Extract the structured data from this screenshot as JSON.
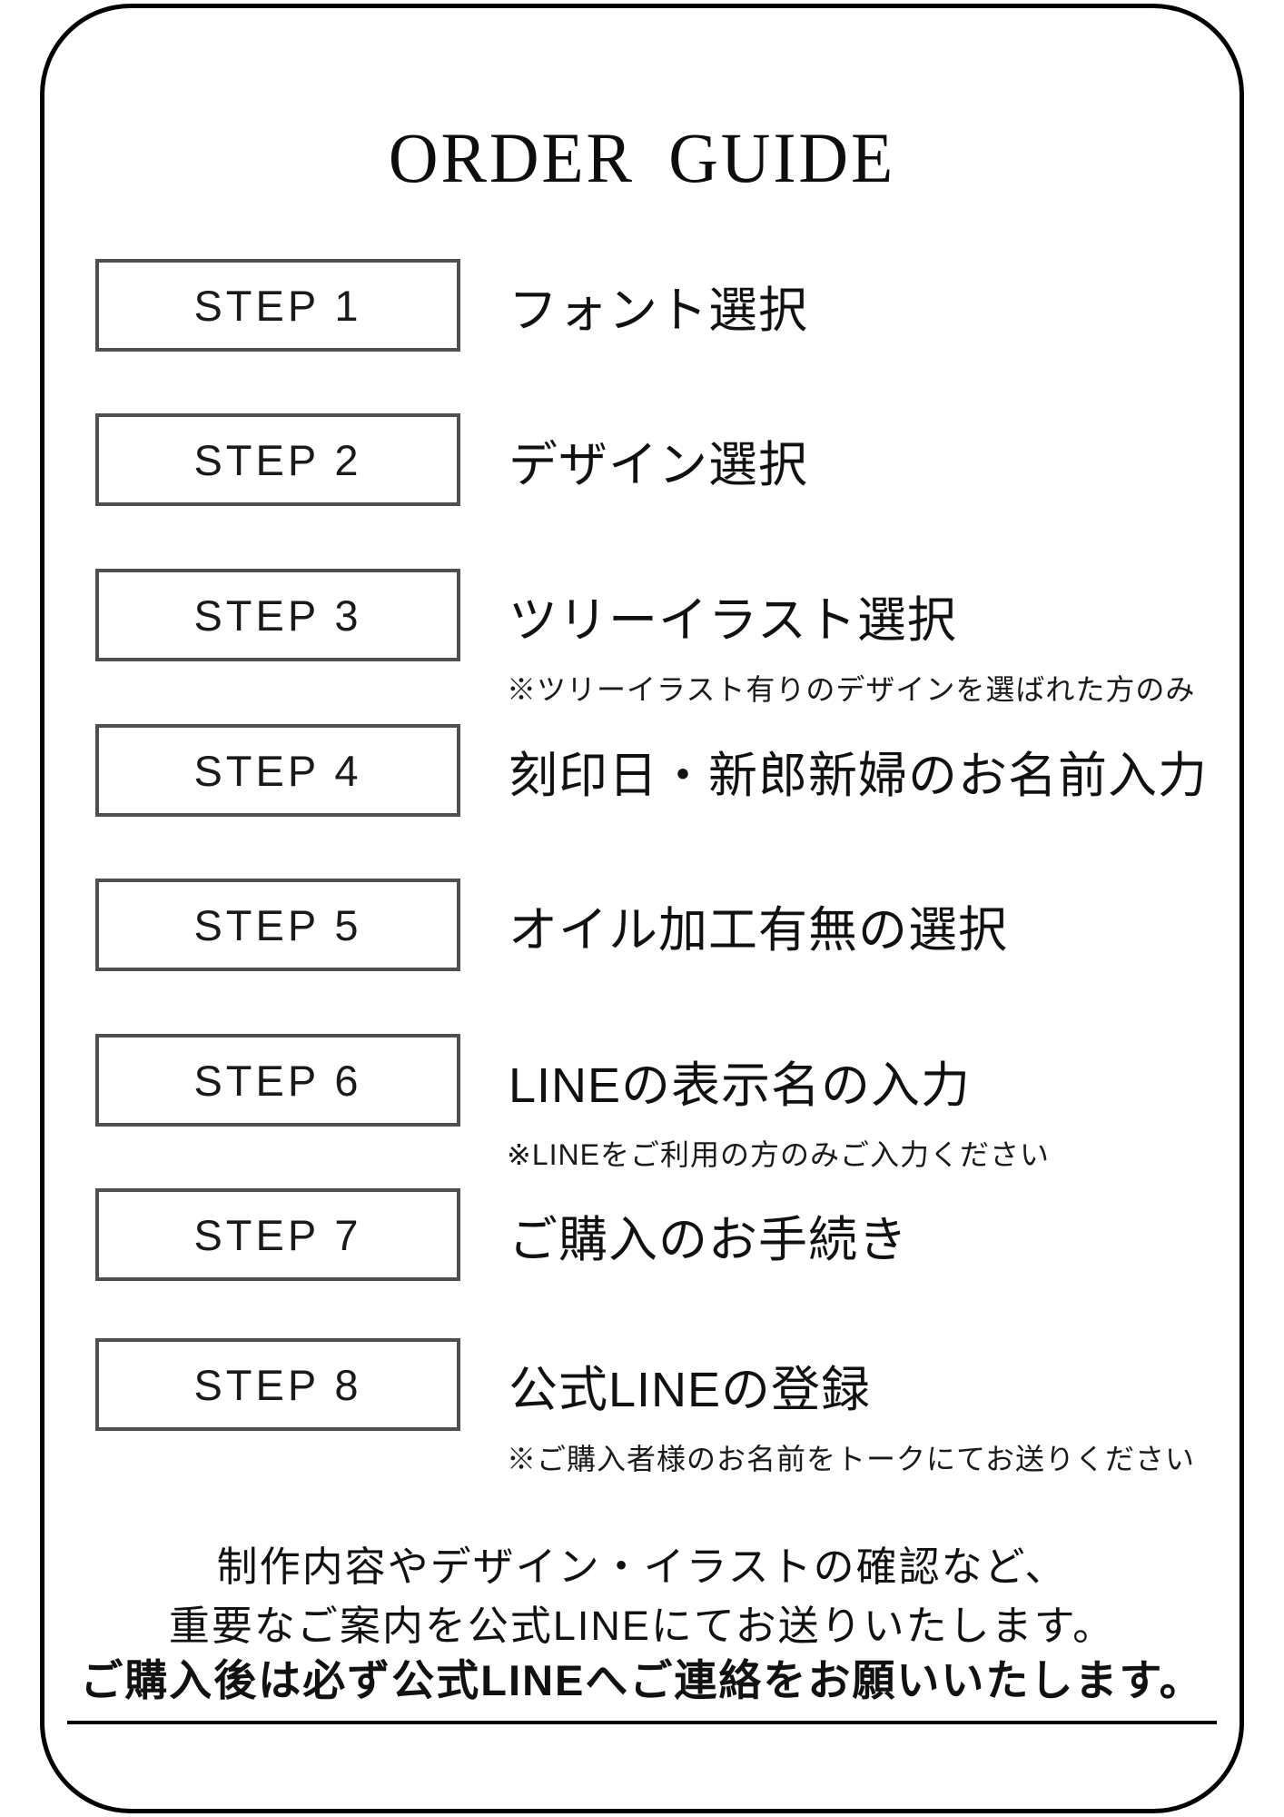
{
  "page": {
    "title": "ORDER GUIDE"
  },
  "colors": {
    "page_background": "#ffffff",
    "outer_border": "#000000",
    "step_box_border": "#4f4f4f",
    "text": "#111111"
  },
  "steps": [
    {
      "box": "STEP 1",
      "label": "フォント選択",
      "note": ""
    },
    {
      "box": "STEP 2",
      "label": "デザイン選択",
      "note": ""
    },
    {
      "box": "STEP 3",
      "label": "ツリーイラスト選択",
      "note": "※ツリーイラスト有りのデザインを選ばれた方のみ"
    },
    {
      "box": "STEP 4",
      "label": "刻印日・新郎新婦のお名前入力",
      "note": ""
    },
    {
      "box": "STEP 5",
      "label": "オイル加工有無の選択",
      "note": ""
    },
    {
      "box": "STEP 6",
      "label": "LINEの表示名の入力",
      "note": "※LINEをご利用の方のみご入力ください"
    },
    {
      "box": "STEP 7",
      "label": "ご購入のお手続き",
      "note": ""
    },
    {
      "box": "STEP 8",
      "label": "公式LINEの登録",
      "note": "※ご購入者様のお名前をトークにてお送りください"
    }
  ],
  "footer": {
    "line1": "制作内容やデザイン・イラストの確認など、",
    "line2": "重要なご案内を公式LINEにてお送りいたします。",
    "line3": "ご購入後は必ず公式LINEへご連絡をお願いいたします。"
  }
}
